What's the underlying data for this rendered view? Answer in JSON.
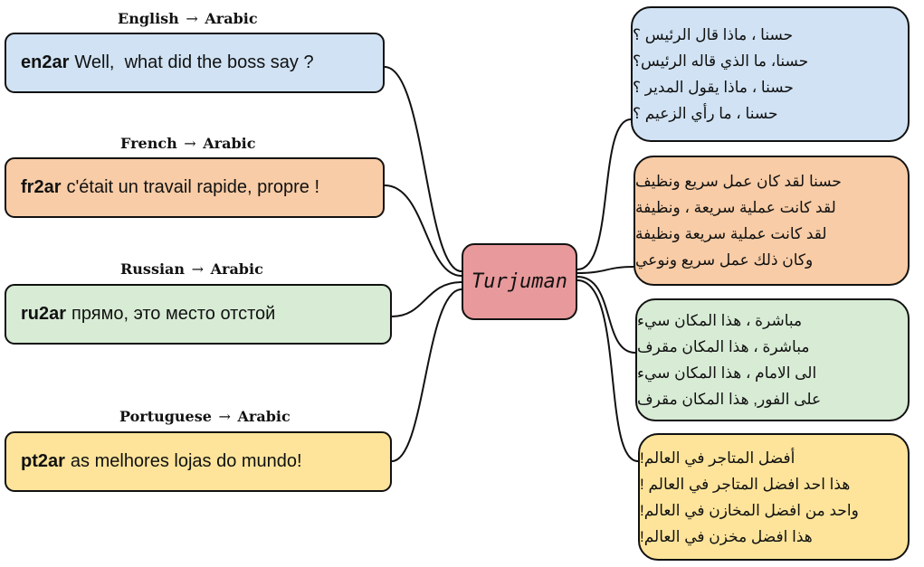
{
  "center": {
    "label": "Turjuman"
  },
  "arrow_glyph": "→",
  "pairs": [
    {
      "source_lang": "English",
      "target_lang": "Arabic",
      "code": "en2ar",
      "text": "Well,  what did the boss say ?",
      "color": "#d0e2f3",
      "outputs": [
        "حسنا ، ماذا قال الرئيس ؟",
        "حسنا، ما الذي قاله الرئيس؟",
        "حسنا ، ماذا يقول المدير ؟",
        "حسنا ، ما رأي الزعيم ؟"
      ]
    },
    {
      "source_lang": "French",
      "target_lang": "Arabic",
      "code": "fr2ar",
      "text": "c'était un travail rapide, propre !",
      "color": "#f8cca6",
      "outputs": [
        "حسنا لقد كان عمل سريع ونظيف",
        "لقد كانت عملية سريعة ، ونظيفة",
        "لقد كانت عملية سريعة ونظيفة",
        "وكان ذلك عمل سريع ونوعي"
      ]
    },
    {
      "source_lang": "Russian",
      "target_lang": "Arabic",
      "code": "ru2ar",
      "text": "прямо, это место отстой",
      "color": "#d8ecd5",
      "outputs": [
        "مباشرة ، هذا المكان سيء",
        "مباشرة ، هذا المكان مقرف",
        "الى الامام ، هذا المكان سيء",
        "على الفور, هذا المكان مقرف"
      ]
    },
    {
      "source_lang": "Portuguese",
      "target_lang": "Arabic",
      "code": "pt2ar",
      "text": "as melhores lojas do mundo!",
      "color": "#fde49a",
      "outputs": [
        "أفضل المتاجر في العالم!",
        "هذا احد افضل المتاجر في العالم !",
        "واحد من افضل المخازن في العالم!",
        "هذا افضل مخزن في العالم!"
      ]
    }
  ]
}
